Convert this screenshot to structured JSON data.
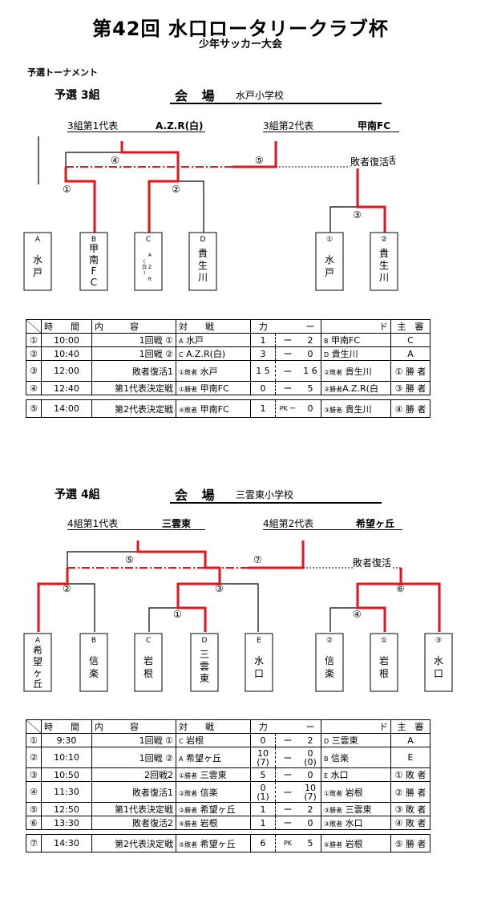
{
  "title": "第42回 水口ロータリークラブ杯",
  "subtitle": "少年サッカー大会",
  "section_label": "予選トーナメント",
  "venue_label": "会 場",
  "group3": {
    "name": "予選 3組",
    "venue": "水戸小学校",
    "rep1_label": "3組第1代表",
    "rep1_team": "A.Z.R(白)",
    "rep2_label": "3組第2代表",
    "rep2_team": "甲南FC",
    "revival_label": "敗者復活",
    "match_marks": [
      "①",
      "②",
      "③",
      "④",
      "⑤"
    ],
    "teams": [
      {
        "letter": "A",
        "name": "水戸"
      },
      {
        "letter": "B",
        "name": "甲南FC"
      },
      {
        "letter": "C",
        "name": "(白)A.Z.R"
      },
      {
        "letter": "D",
        "name": "貴生川"
      },
      {
        "letter": "①",
        "name": "水戸"
      },
      {
        "letter": "②",
        "name": "貴生川"
      }
    ],
    "headers": [
      "時　　間",
      "内　　　容",
      "対　　戦",
      "力",
      "ー",
      "ド",
      "主　審"
    ],
    "rows": [
      {
        "no": "①",
        "time": "10:00",
        "content": "1回戦 ①",
        "a_tag": "A",
        "a": "水戸",
        "s1": "1",
        "s2": "ー",
        "s3": "2",
        "b_tag": "B",
        "b": "甲南FC",
        "ref": "C"
      },
      {
        "no": "②",
        "time": "10:40",
        "content": "1回戦 ②",
        "a_tag": "C",
        "a": "A.Z.R(白)",
        "s1": "3",
        "s2": "ー",
        "s3": "0",
        "b_tag": "D",
        "b": "貴生川",
        "ref": "A"
      },
      {
        "no": "③",
        "time": "12:00",
        "content": "敗者復活1",
        "a_tag": "①敗者",
        "a": "水戸",
        "s1": "1 5",
        "s2": "ー",
        "s3": "1 6",
        "b_tag": "②敗者",
        "b": "貴生川",
        "ref": "① 勝 者"
      },
      {
        "no": "④",
        "time": "12:40",
        "content": "第1代表決定戦",
        "a_tag": "①勝者",
        "a": "甲南FC",
        "s1": "0",
        "s2": "ー",
        "s3": "5",
        "b_tag": "②勝者",
        "b": "A.Z.R(白",
        "ref": "③ 勝 者"
      },
      {
        "no": "⑤",
        "time": "14:00",
        "content": "第2代表決定戦",
        "a_tag": "④敗者",
        "a": "甲南FC",
        "s1": "1",
        "s2": "PK ー",
        "s3": "0",
        "b_tag": "③勝者",
        "b": "貴生川",
        "ref": "④ 勝 者"
      }
    ]
  },
  "group4": {
    "name": "予選 4組",
    "venue": "三雲東小学校",
    "rep1_label": "4組第1代表",
    "rep1_team": "三雲東",
    "rep2_label": "4組第2代表",
    "rep2_team": "希望ヶ丘",
    "revival_label": "敗者復活",
    "match_marks": [
      "①",
      "②",
      "③",
      "④",
      "⑤",
      "⑥",
      "⑦"
    ],
    "teams": [
      {
        "letter": "A",
        "name": "希望ヶ丘"
      },
      {
        "letter": "B",
        "name": "信楽"
      },
      {
        "letter": "C",
        "name": "岩根"
      },
      {
        "letter": "D",
        "name": "三雲東"
      },
      {
        "letter": "E",
        "name": "水口"
      },
      {
        "letter": "②",
        "name": "信楽"
      },
      {
        "letter": "①",
        "name": "岩根"
      },
      {
        "letter": "③",
        "name": "水口"
      }
    ],
    "headers": [
      "時　　間",
      "内　　　容",
      "対　　戦",
      "力",
      "ー",
      "ド",
      "主　審"
    ],
    "rows": [
      {
        "no": "①",
        "time": "9:30",
        "content": "1回戦 ①",
        "a_tag": "C",
        "a": "岩根",
        "s1": "0",
        "s2": "ー",
        "s3": "2",
        "b_tag": "D",
        "b": "三雲東",
        "ref": "A"
      },
      {
        "no": "②",
        "time": "10:10",
        "content": "1回戦 ②",
        "a_tag": "A",
        "a": "希望ヶ丘",
        "s1": "10 (7)",
        "s2": "ー",
        "s3": "0 (0)",
        "b_tag": "B",
        "b": "信楽",
        "ref": "E"
      },
      {
        "no": "③",
        "time": "10:50",
        "content": "2回戦2",
        "a_tag": "①勝者",
        "a": "三雲東",
        "s1": "5",
        "s2": "ー",
        "s3": "0",
        "b_tag": "E",
        "b": "水口",
        "ref": "① 敗 者"
      },
      {
        "no": "④",
        "time": "11:30",
        "content": "敗者復活1",
        "a_tag": "②敗者",
        "a": "信楽",
        "s1": "0 (1)",
        "s2": "ー",
        "s3": "10 (7)",
        "b_tag": "①敗者",
        "b": "岩根",
        "ref": "② 勝 者"
      },
      {
        "no": "⑤",
        "time": "12:50",
        "content": "第1代表決定戦",
        "a_tag": "②勝者",
        "a": "希望ヶ丘",
        "s1": "1",
        "s2": "ー",
        "s3": "2",
        "b_tag": "③勝者",
        "b": "三雲東",
        "ref": "③ 敗 者"
      },
      {
        "no": "⑥",
        "time": "13:30",
        "content": "敗者復活2",
        "a_tag": "④勝者",
        "a": "岩根",
        "s1": "1",
        "s2": "ー",
        "s3": "0",
        "b_tag": "③敗者",
        "b": "水口",
        "ref": "④ 敗 者"
      },
      {
        "no": "⑦",
        "time": "14:30",
        "content": "第2代表決定戦",
        "a_tag": "⑤敗者",
        "a": "希望ヶ丘",
        "s1": "6",
        "s2": "PK",
        "s3": "5",
        "b_tag": "⑥勝者",
        "b": "岩根",
        "ref": "⑤ 勝 者"
      }
    ]
  },
  "colors": {
    "win_line": "#e8141b",
    "line": "#000000"
  }
}
